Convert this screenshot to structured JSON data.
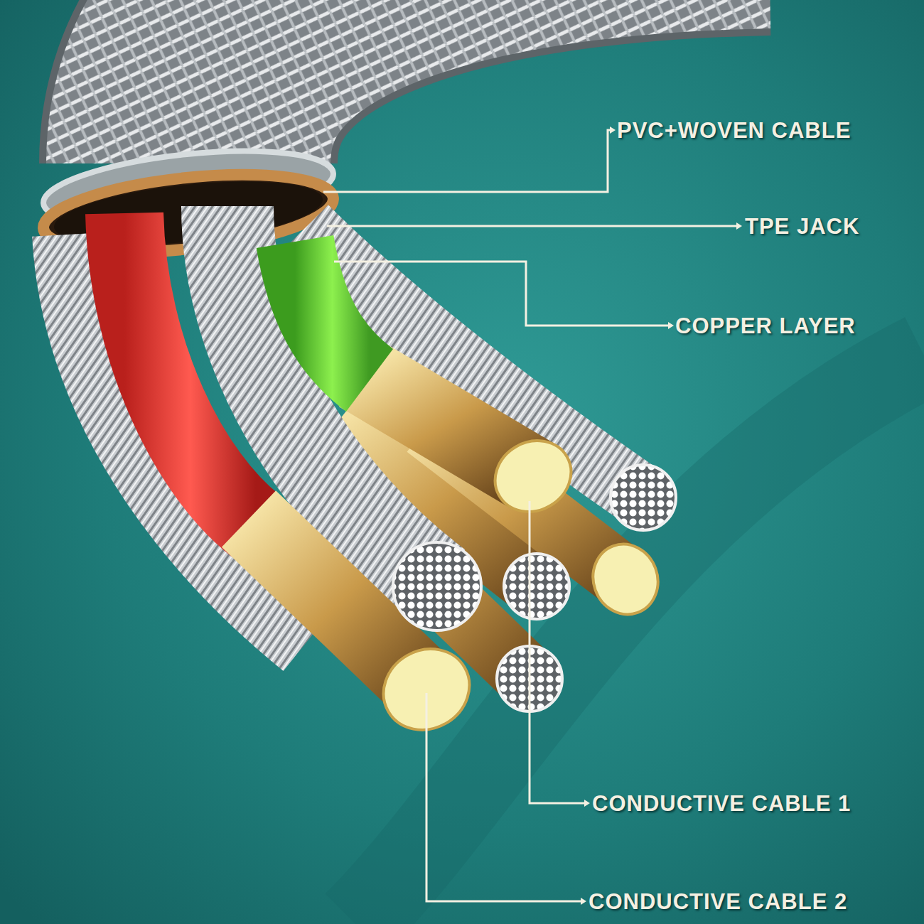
{
  "diagram": {
    "labels": [
      "PVC+WOVEN CABLE",
      "TPE JACK",
      "COPPER LAYER",
      "CONDUCTIVE CABLE 1",
      "CONDUCTIVE CABLE 2"
    ]
  }
}
